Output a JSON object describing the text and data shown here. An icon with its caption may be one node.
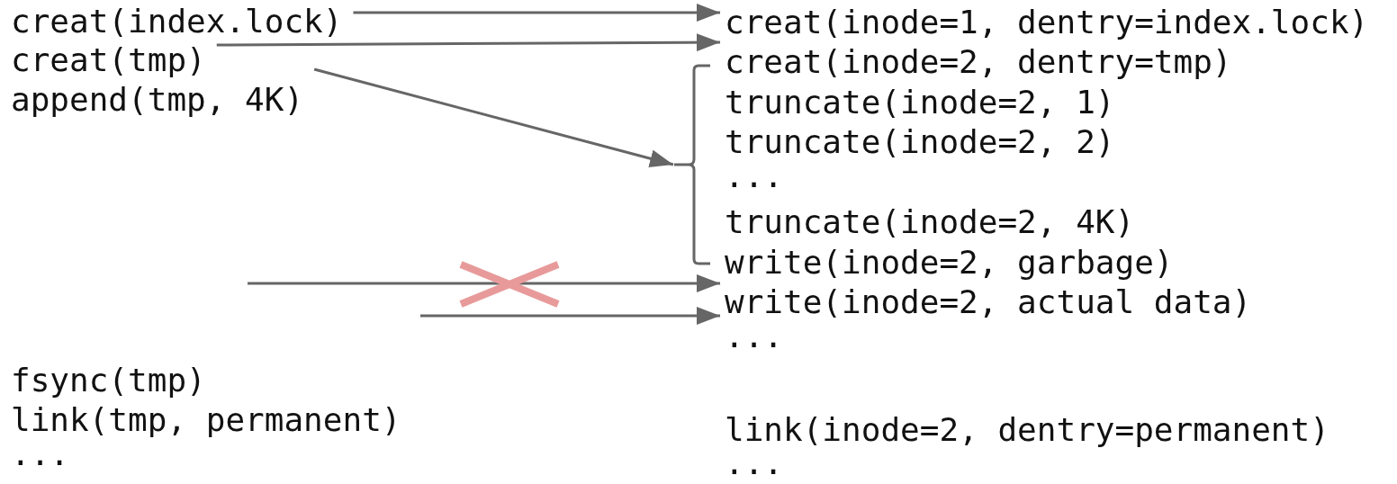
{
  "diagram": {
    "nodes": [
      {
        "text": [
          "creat(index.lock)"
        ]
      },
      {
        "text": [
          "creat(tmp)"
        ]
      },
      {
        "text": [
          "append(tmp, 4K)"
        ]
      },
      {
        "text": [
          "creat(inode=1, dentry=index.lock)"
        ]
      },
      {
        "text": [
          "creat(inode=2, dentry=tmp)"
        ]
      },
      {
        "text": [],
        "shape": "bracket"
      },
      {
        "text": [
          "write(inode=2, actual data)"
        ]
      }
    ],
    "edges": [
      {
        "from": 0,
        "to": 3,
        "arrow": "to"
      },
      {
        "from": 1,
        "to": 4,
        "arrow": "to"
      },
      {
        "from": 2,
        "to": 5,
        "arrow": "to"
      },
      {
        "from": null,
        "to": 6,
        "arrow": "to"
      },
      {
        "from": null,
        "to": 6,
        "arrow": "to"
      }
    ],
    "labels": [
      "fsync(tmp)",
      "link(tmp, permanent)",
      "...",
      "truncate(inode=2, 1)",
      "truncate(inode=2, 2)",
      "...",
      "truncate(inode=2, 4K)",
      "write(inode=2, garbage)",
      "...",
      "link(inode=2, dentry=permanent)",
      "..."
    ]
  }
}
